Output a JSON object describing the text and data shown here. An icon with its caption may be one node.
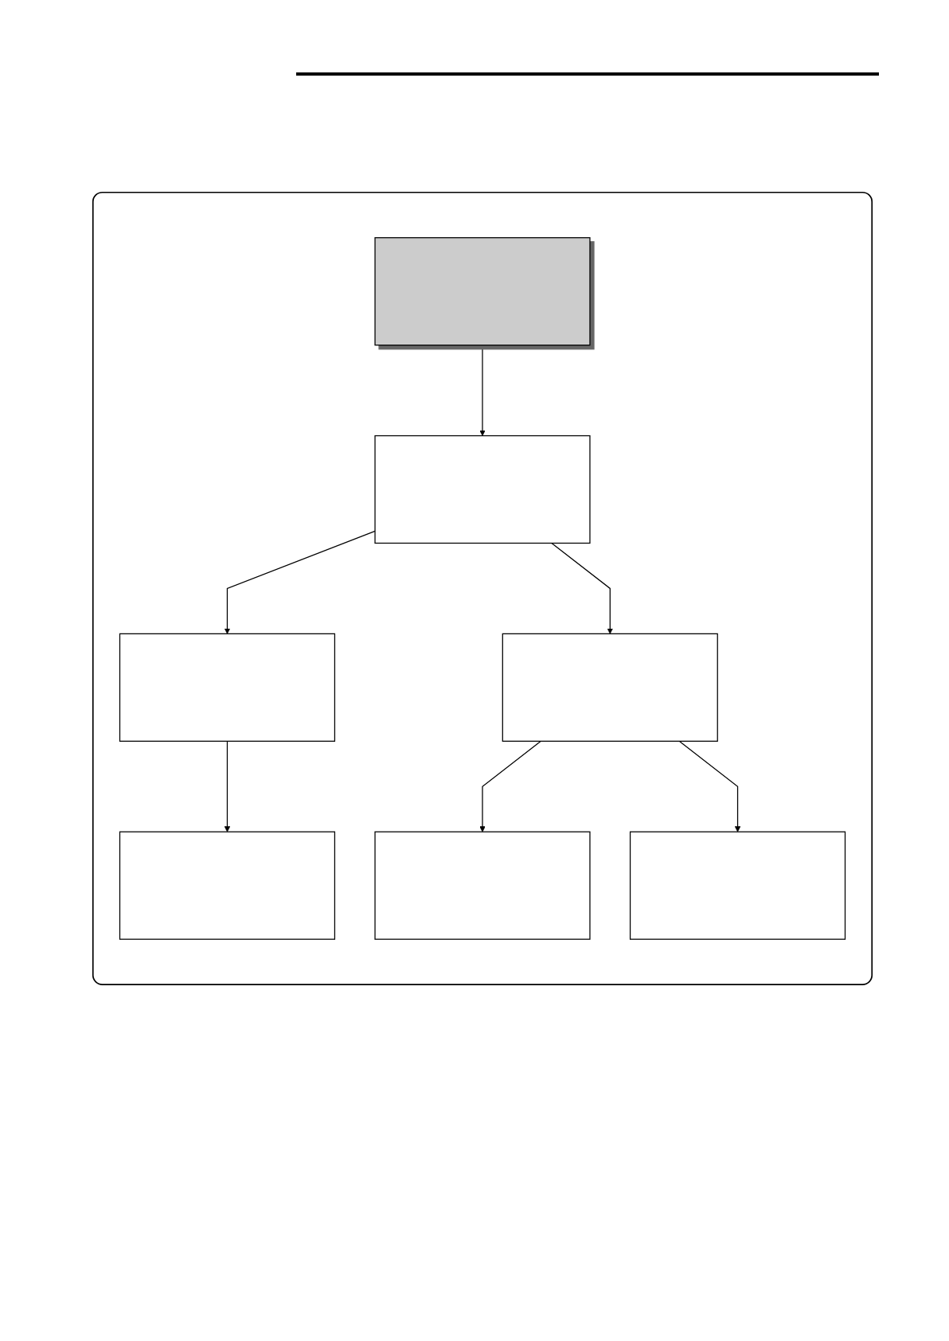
{
  "diagram": {
    "nodes": [
      {
        "text": [],
        "shape": "box"
      },
      {
        "text": [],
        "shape": "box",
        "in": 0
      },
      {
        "text": [],
        "shape": "box",
        "in": 0
      },
      {
        "text": [],
        "shape": "box",
        "in": 0
      },
      {
        "text": [],
        "shape": "box",
        "in": 0
      },
      {
        "text": [],
        "shape": "box",
        "in": 0
      },
      {
        "text": [],
        "shape": "box",
        "in": 0
      },
      {
        "text": [],
        "shape": "box",
        "in": 0
      }
    ],
    "edges": [
      {
        "from": 1,
        "to": 2,
        "arrow": "to"
      },
      {
        "from": 2,
        "to": 3,
        "arrow": "to"
      },
      {
        "from": 3,
        "to": 4,
        "arrow": "to"
      },
      {
        "from": 2,
        "to": 5,
        "arrow": "to"
      },
      {
        "from": 5,
        "to": 6,
        "arrow": "to"
      },
      {
        "from": 5,
        "to": 7,
        "arrow": "to"
      }
    ]
  }
}
